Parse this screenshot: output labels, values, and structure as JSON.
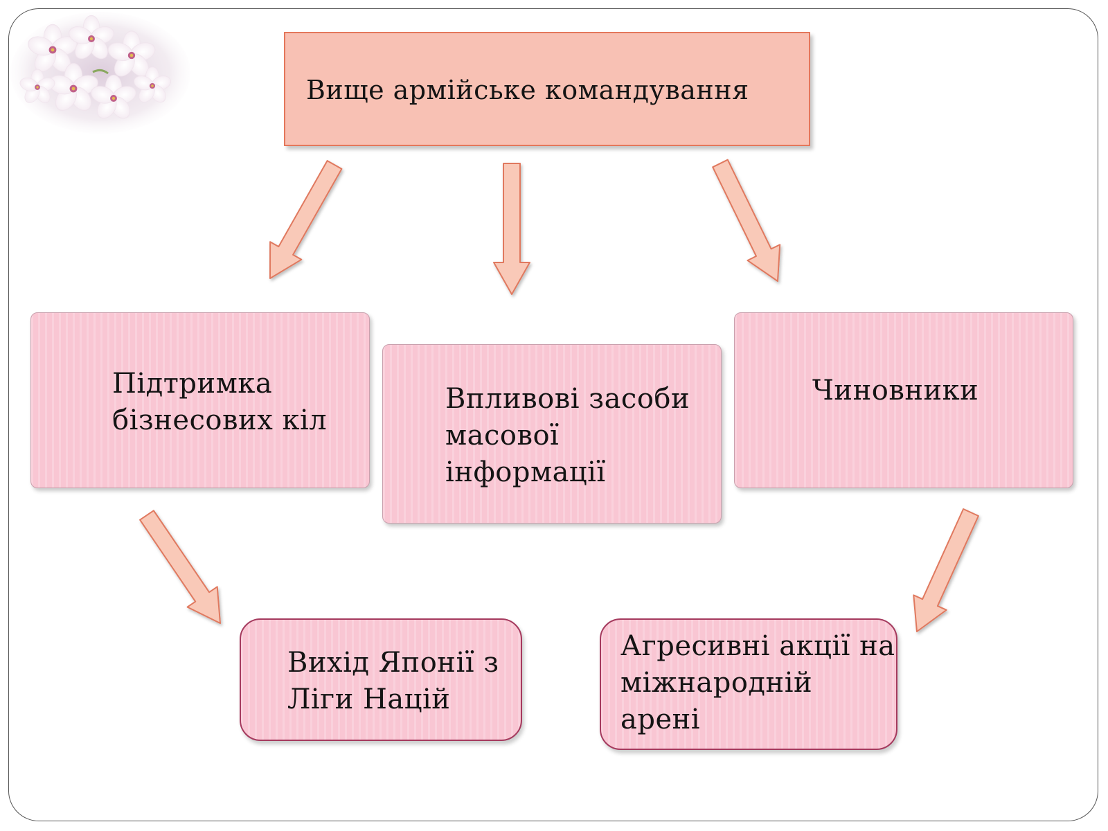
{
  "diagram": {
    "top_box": {
      "label": "Вище армійське командування"
    },
    "middle_boxes": [
      {
        "label": "Підтримка\nбізнесових кіл"
      },
      {
        "label": "Впливові засоби\nмасової\nінформації"
      },
      {
        "label": "Чиновники"
      }
    ],
    "bottom_boxes": [
      {
        "label": "Вихід Японії з\nЛіги Націй"
      },
      {
        "label": "Агресивні акції на\nміжнародній\nарені"
      }
    ],
    "colors": {
      "top_box_fill": "#f8c1b4",
      "top_box_border": "#e4775b",
      "box_fill": "#f9c6d3",
      "bottom_box_border": "#a53a5e",
      "arrow_fill": "#f9c9b8",
      "arrow_stroke": "#e0795f"
    },
    "decoration": {
      "icon": "cherry-blossom-icon"
    }
  }
}
